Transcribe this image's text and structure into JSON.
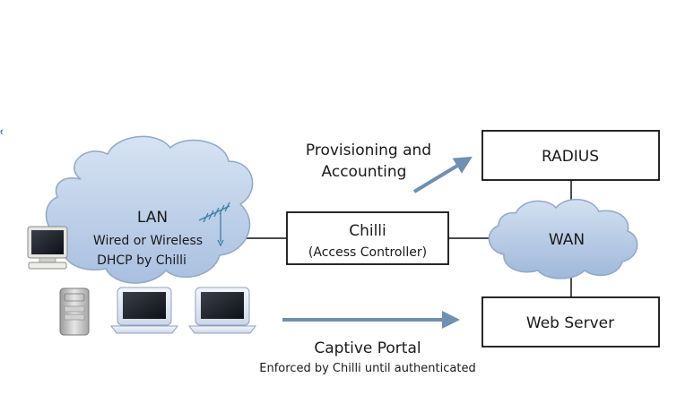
{
  "edge_fragment": "e",
  "lan": {
    "title": "LAN",
    "line1": "Wired or Wireless",
    "line2": "DHCP by Chilli"
  },
  "chilli": {
    "title": "Chilli",
    "subtitle": "(Access Controller)"
  },
  "radius": {
    "label": "RADIUS"
  },
  "wan": {
    "label": "WAN"
  },
  "web_server": {
    "label": "Web Server"
  },
  "provisioning": {
    "line1": "Provisioning and",
    "line2": "Accounting"
  },
  "captive_portal": {
    "title": "Captive Portal",
    "subtitle": "Enforced by Chilli until authenticated"
  },
  "icons": [
    "desktop-computer-icon",
    "tower-computer-icon",
    "laptop-icon",
    "antenna-icon"
  ],
  "colors": {
    "cloud_fill": "#bcd0ea",
    "cloud_stroke": "#8fa8c8",
    "arrow": "#6f8fb3",
    "box_stroke": "#111111"
  }
}
